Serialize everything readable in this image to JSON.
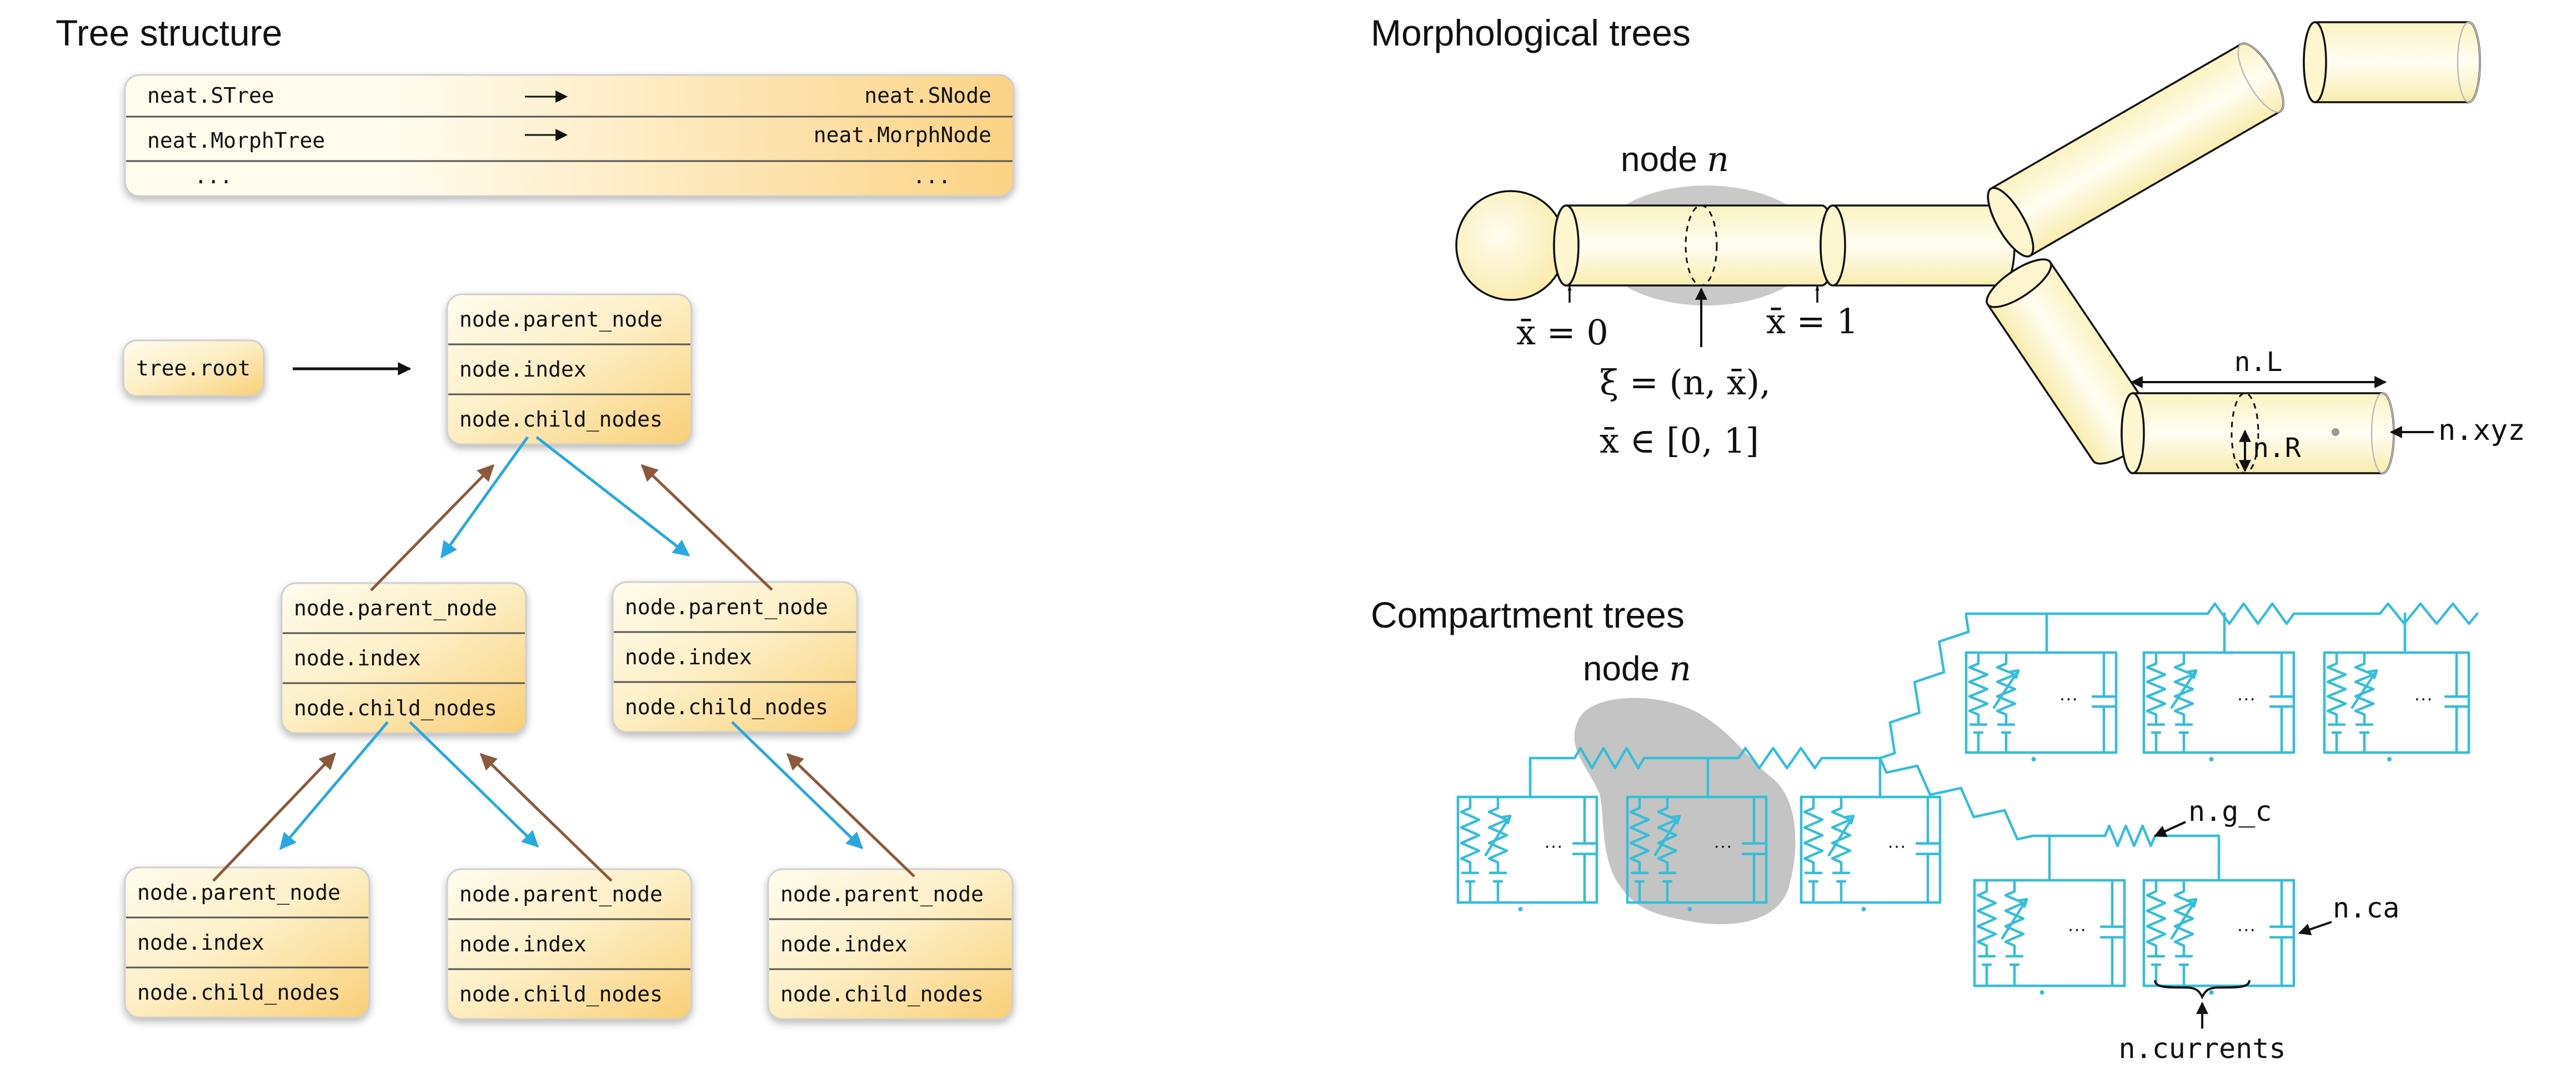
{
  "tree_structure": {
    "title": "Tree structure",
    "table": {
      "rows": [
        {
          "left": "neat.STree",
          "right": "neat.SNode"
        },
        {
          "left": "neat.MorphTree",
          "right": "neat.MorphNode"
        },
        {
          "left": "...",
          "right": "..."
        }
      ]
    },
    "root_label": "tree.root",
    "node_fields": [
      "node.parent_node",
      "node.index",
      "node.child_nodes"
    ]
  },
  "morphological_trees": {
    "title": "Morphological trees",
    "node_label": "node",
    "node_var": "n",
    "x0_label": "x̄ = 0",
    "x1_label": "x̄ = 1",
    "xi_label": "ξ = (n, x̄),",
    "range_label": "x̄ ∈ [0, 1]",
    "length_label": "n.L",
    "radius_label": "n.R",
    "xyz_label": "n.xyz"
  },
  "compartment_trees": {
    "title": "Compartment trees",
    "node_label": "node",
    "node_var": "n",
    "gc_label": "n.g_c",
    "ca_label": "n.ca",
    "currents_label": "n.currents",
    "ellipsis": "···"
  },
  "colors": {
    "node_fill_start": "#fffbe8",
    "node_fill_end": "#fbd58a",
    "arrow_down": "#29a8e0",
    "arrow_up": "#8b5a3c",
    "circuit": "#35bed8",
    "cylinder_fill": "#fdf6c8",
    "shade": "#c8c8c8"
  }
}
